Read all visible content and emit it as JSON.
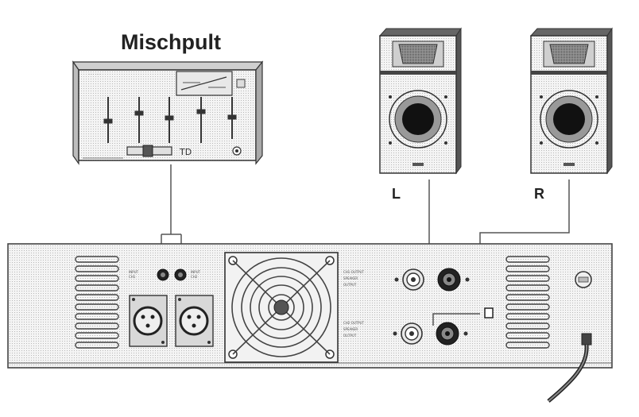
{
  "mixer": {
    "title": "Mischpult"
  },
  "speakers": {
    "left_label": "L",
    "right_label": "R"
  }
}
